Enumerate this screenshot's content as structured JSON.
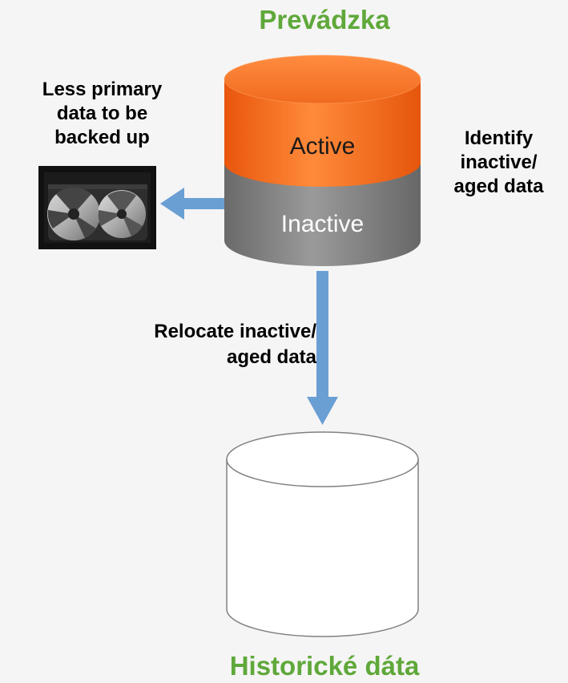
{
  "titles": {
    "top": "Prevádzka",
    "bottom": "Historické dáta"
  },
  "labels": {
    "less_primary_lines": [
      "Less primary",
      "data to be",
      "backed up"
    ],
    "identify_lines": [
      "Identify",
      "inactive/",
      "aged data"
    ],
    "relocate_lines": [
      "Relocate inactive/",
      "aged data"
    ]
  },
  "cylinder": {
    "active_label": "Active",
    "inactive_label": "Inactive"
  },
  "colors": {
    "title_green": "#5fa83a",
    "active_orange": "#f06a1e",
    "inactive_gray": "#777777",
    "arrow_blue": "#6a9fd4"
  },
  "icons": {
    "backup_media": "tape-reels-icon"
  }
}
